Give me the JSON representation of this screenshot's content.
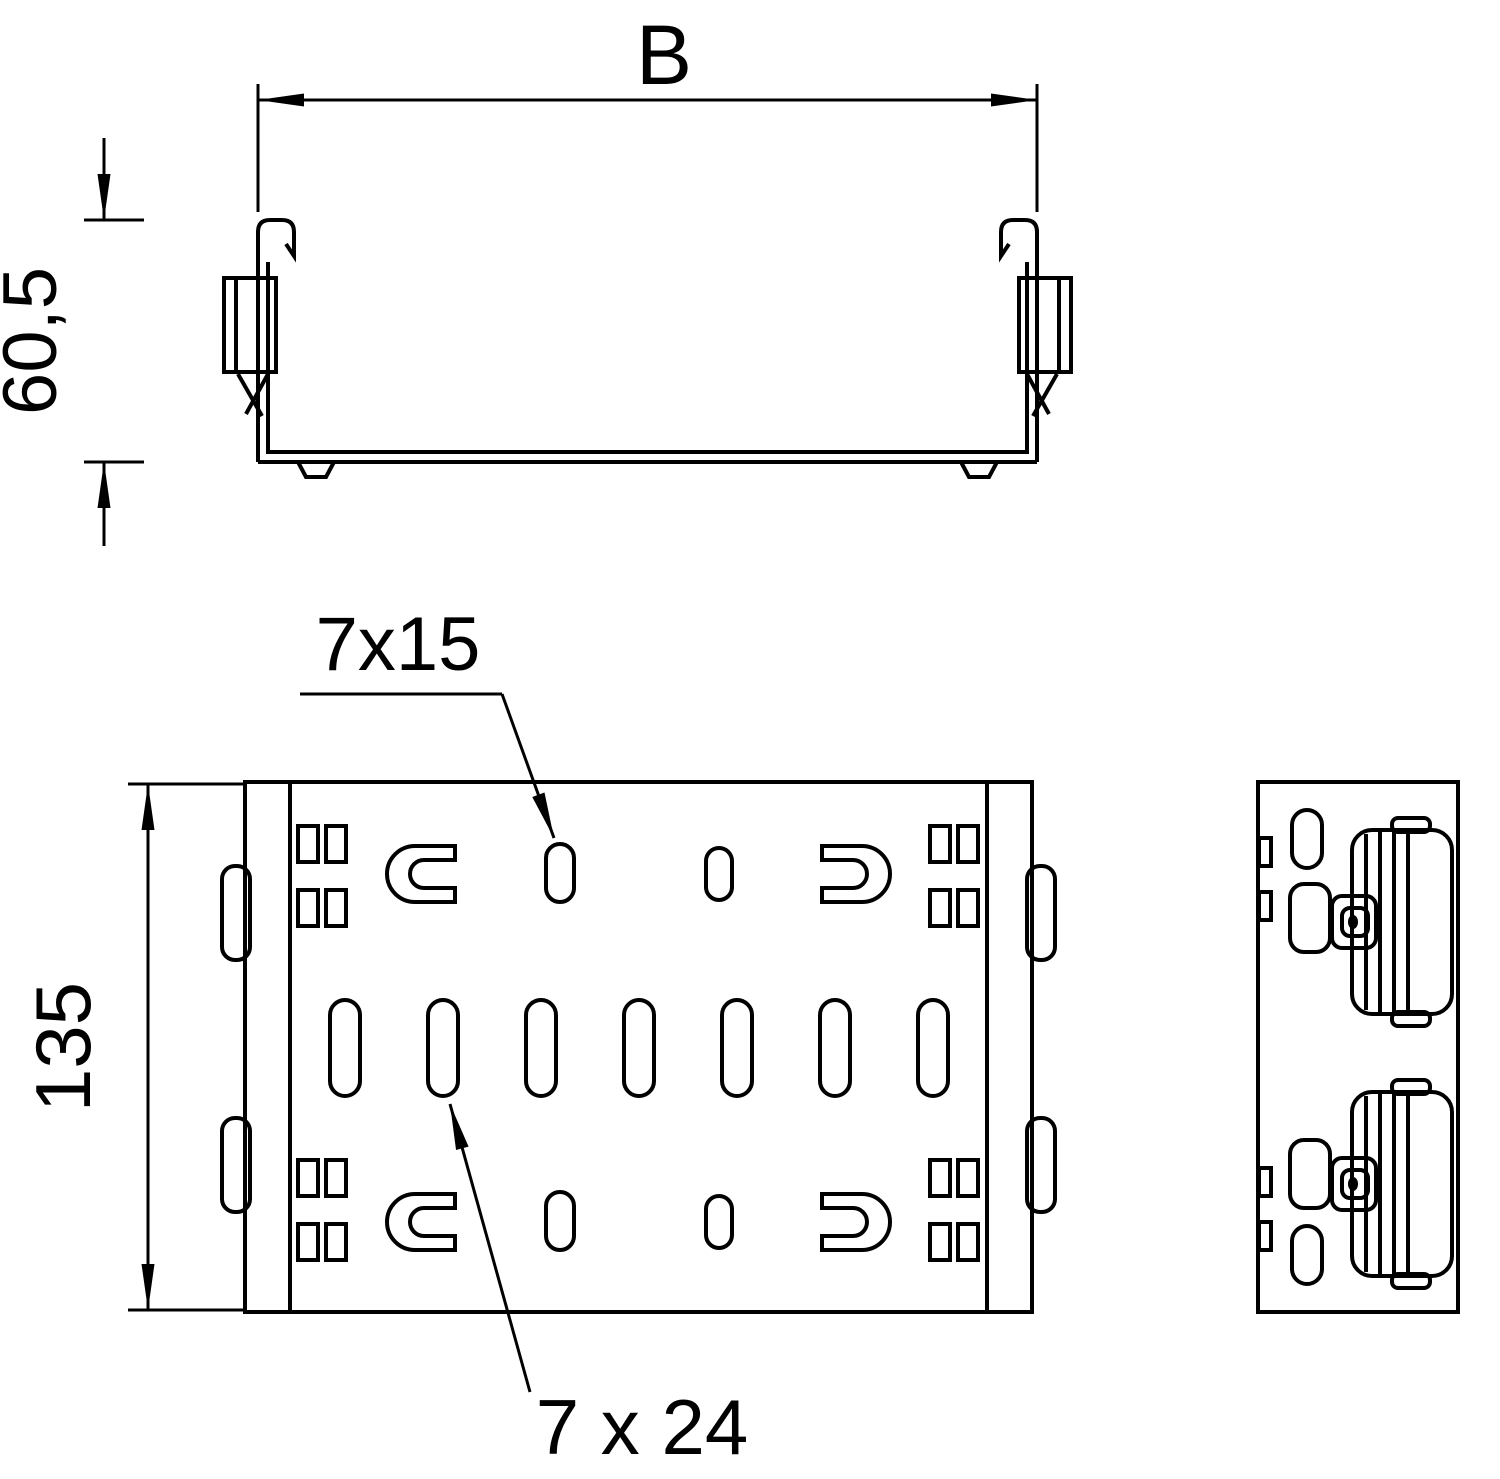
{
  "cross_section": {
    "dim_width_label": "B",
    "dim_height_label": "60,5"
  },
  "plan": {
    "dim_length_label": "135",
    "callout_small_slot": "7x15",
    "callout_large_slot": "7 x 24"
  },
  "colors": {
    "line": "#000000",
    "background": "#ffffff"
  }
}
